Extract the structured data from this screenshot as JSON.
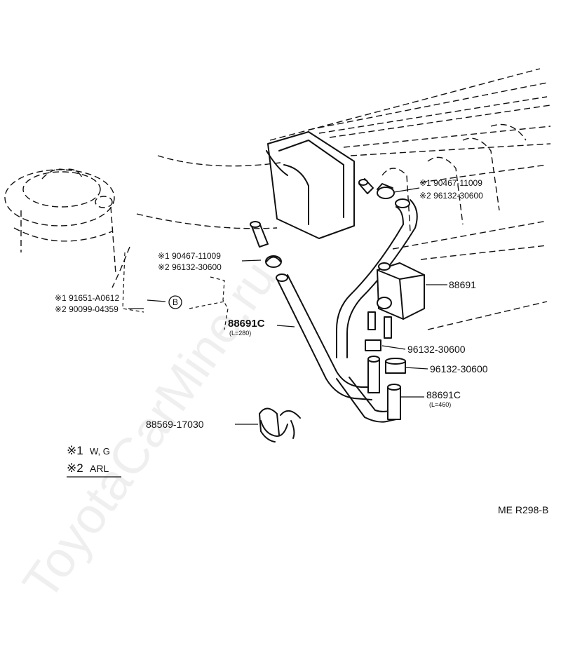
{
  "watermark": "ToyotaCarMine.ru",
  "diagram_code": "ME R298-B",
  "callouts": {
    "hose_upper_right": {
      "line1": "※1 90467-11009",
      "line2": "※2 96132-30600"
    },
    "hose_upper_left": {
      "line1": "※1 90467-11009",
      "line2": "※2 96132-30600"
    },
    "bolt_left": {
      "line1": "※1 91651-A0612",
      "line2": "※2 90099-04359",
      "ref": "B"
    },
    "vsv": "88691",
    "hose_left": {
      "part": "88691C",
      "length": "(L=280)"
    },
    "clamp_1": "96132-30600",
    "clamp_2": "96132-30600",
    "hose_right": {
      "part": "88691C",
      "length": "(L=460)"
    },
    "clip": "88569-17030"
  },
  "legend": [
    {
      "mark": "※1",
      "text": "W, G"
    },
    {
      "mark": "※2",
      "text": "ARL"
    }
  ]
}
